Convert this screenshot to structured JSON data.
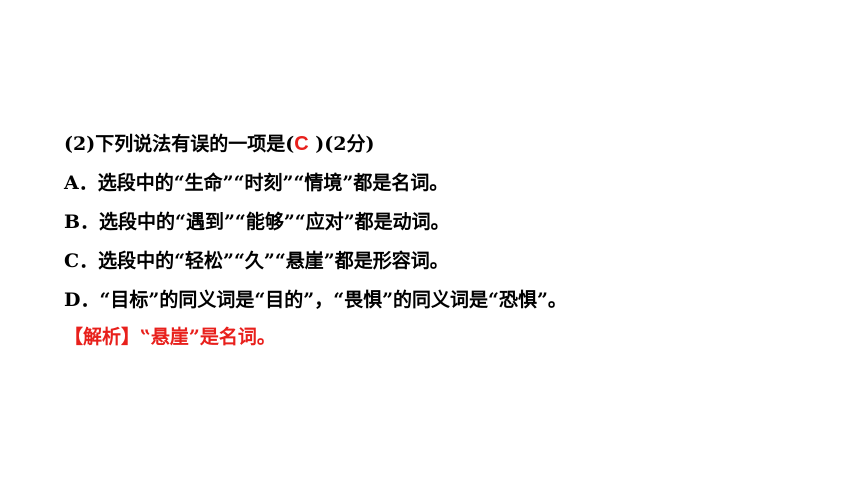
{
  "question": {
    "prefix": "(2)下列说法有误的一项是(",
    "answer": "C",
    "suffix": " )(2分)"
  },
  "options": [
    {
      "label": "A．选段中的“生命”“时刻”“情境”都是名词。"
    },
    {
      "label": "B．选段中的“遇到”“能够”“应对”都是动词。"
    },
    {
      "label": "C．选段中的“轻松”“久”“悬崖”都是形容词。"
    },
    {
      "label": "D．“目标”的同义词是“目的”，“畏惧”的同义词是“恐惧”。"
    }
  ],
  "analysis": {
    "text": "【解析】‟悬崖”是名词。"
  },
  "colors": {
    "text": "#000000",
    "accent": "#e8201c"
  }
}
